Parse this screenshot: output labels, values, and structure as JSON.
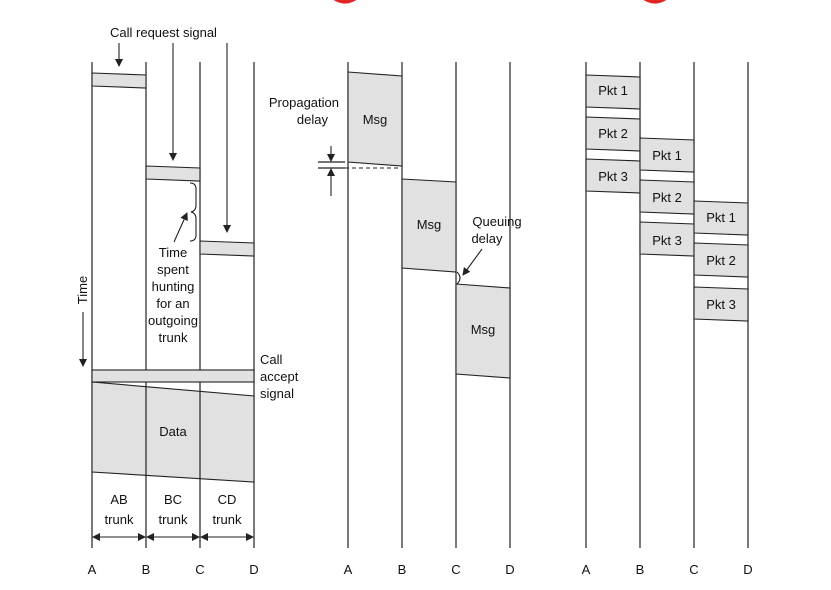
{
  "panel1": {
    "nodes": [
      "A",
      "B",
      "C",
      "D"
    ],
    "call_request_label": "Call request signal",
    "time_label": "Time",
    "hunting_label": [
      "Time",
      "spent",
      "hunting",
      "for an",
      "outgoing",
      "trunk"
    ],
    "call_accept_label": [
      "Call",
      "accept",
      "signal"
    ],
    "data_label": "Data",
    "trunks": [
      {
        "line1": "AB",
        "line2": "trunk"
      },
      {
        "line1": "BC",
        "line2": "trunk"
      },
      {
        "line1": "CD",
        "line2": "trunk"
      }
    ]
  },
  "panel2": {
    "nodes": [
      "A",
      "B",
      "C",
      "D"
    ],
    "propagation_label": [
      "Propagation",
      "delay"
    ],
    "queuing_label": [
      "Queuing",
      "delay"
    ],
    "msg_labels": [
      "Msg",
      "Msg",
      "Msg"
    ]
  },
  "panel3": {
    "nodes": [
      "A",
      "B",
      "C",
      "D"
    ],
    "packet_labels": [
      [
        "Pkt 1",
        "Pkt 2",
        "Pkt 3"
      ],
      [
        "Pkt 1",
        "Pkt 2",
        "Pkt 3"
      ],
      [
        "Pkt 1",
        "Pkt 2",
        "Pkt 3"
      ]
    ]
  },
  "colors": {
    "box_fill": "#e1e1e1",
    "line": "#222222",
    "accent_red": "#e02424"
  }
}
